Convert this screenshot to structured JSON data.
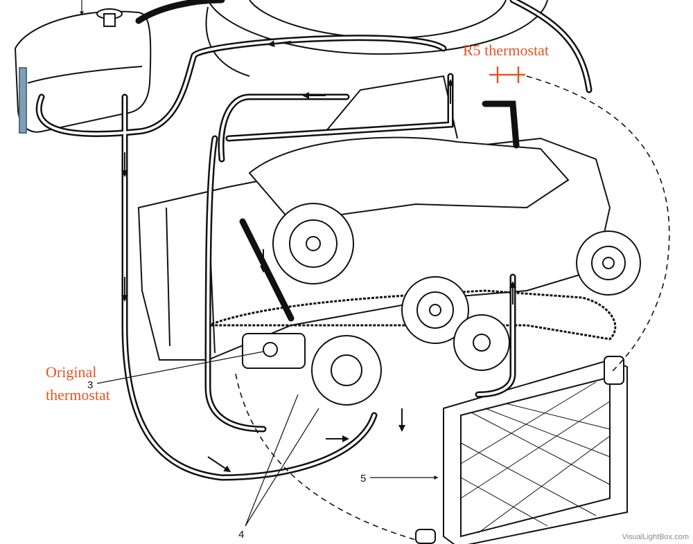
{
  "annotations": {
    "r5_thermostat": "R5 thermostat",
    "original_thermostat_line1": "Original",
    "original_thermostat_line2": "thermostat"
  },
  "callouts": {
    "c3": "3",
    "c4": "4",
    "c5": "5"
  },
  "watermark": "VisualLightBox.com",
  "colors": {
    "annotation": "#e8531f",
    "linework": "#111111",
    "highlight_bar": "#7f9fb5"
  }
}
